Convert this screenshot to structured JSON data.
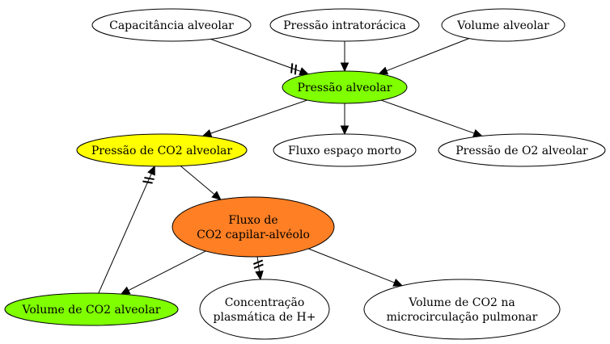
{
  "nodes": [
    {
      "id": "capacitancia",
      "lines": [
        "Capacitância alveolar"
      ],
      "fill": "#ffffff"
    },
    {
      "id": "pressao_intratoracica",
      "lines": [
        "Pressão intratorácica"
      ],
      "fill": "#ffffff"
    },
    {
      "id": "volume_alveolar",
      "lines": [
        "Volume alveolar"
      ],
      "fill": "#ffffff"
    },
    {
      "id": "pressao_alveolar",
      "lines": [
        "Pressão alveolar"
      ],
      "fill": "#7fff00"
    },
    {
      "id": "pressao_co2_alveolar",
      "lines": [
        "Pressão de CO2 alveolar"
      ],
      "fill": "#ffff00"
    },
    {
      "id": "fluxo_espaco_morto",
      "lines": [
        "Fluxo espaço morto"
      ],
      "fill": "#ffffff"
    },
    {
      "id": "pressao_o2_alveolar",
      "lines": [
        "Pressão de O2 alveolar"
      ],
      "fill": "#ffffff"
    },
    {
      "id": "fluxo_co2",
      "lines": [
        "Fluxo de",
        "CO2 capilar-alvéolo"
      ],
      "fill": "#ff7f24"
    },
    {
      "id": "volume_co2_alveolar",
      "lines": [
        "Volume de CO2 alveolar"
      ],
      "fill": "#7fff00"
    },
    {
      "id": "concentracao_h",
      "lines": [
        "Concentração",
        "plasmática de H+"
      ],
      "fill": "#ffffff"
    },
    {
      "id": "volume_co2_micro",
      "lines": [
        "Volume de CO2 na",
        "microcirculação pulmonar"
      ],
      "fill": "#ffffff"
    }
  ],
  "edges": [
    {
      "from": "capacitancia",
      "to": "pressao_alveolar",
      "inverse": true
    },
    {
      "from": "pressao_intratoracica",
      "to": "pressao_alveolar",
      "inverse": false
    },
    {
      "from": "volume_alveolar",
      "to": "pressao_alveolar",
      "inverse": false
    },
    {
      "from": "pressao_alveolar",
      "to": "pressao_co2_alveolar",
      "inverse": false
    },
    {
      "from": "pressao_alveolar",
      "to": "fluxo_espaco_morto",
      "inverse": false
    },
    {
      "from": "pressao_alveolar",
      "to": "pressao_o2_alveolar",
      "inverse": false
    },
    {
      "from": "pressao_co2_alveolar",
      "to": "fluxo_co2",
      "inverse": false
    },
    {
      "from": "volume_co2_alveolar",
      "to": "pressao_co2_alveolar",
      "inverse": true
    },
    {
      "from": "fluxo_co2",
      "to": "volume_co2_alveolar",
      "inverse": false
    },
    {
      "from": "fluxo_co2",
      "to": "concentracao_h",
      "inverse": true
    },
    {
      "from": "fluxo_co2",
      "to": "volume_co2_micro",
      "inverse": false
    }
  ]
}
